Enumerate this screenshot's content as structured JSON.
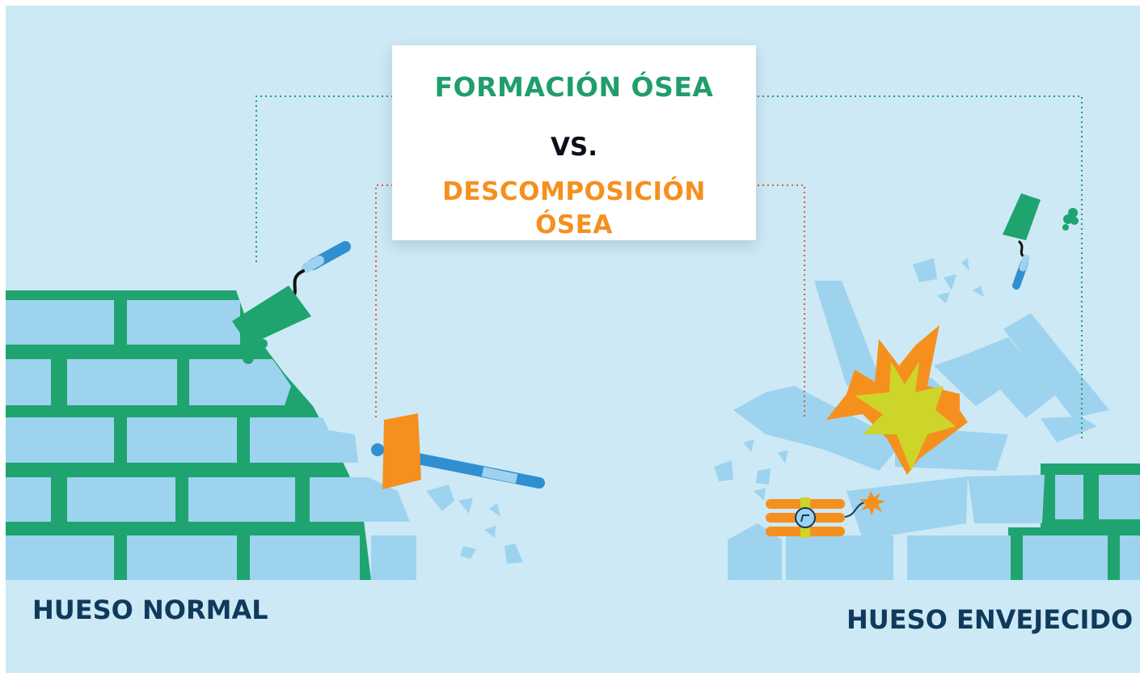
{
  "title": {
    "formation": "FORMACIÓN ÓSEA",
    "vs": "VS.",
    "decomposition": "DESCOMPOSICIÓN ÓSEA"
  },
  "labels": {
    "left": "HUESO NORMAL",
    "right": "HUESO ENVEJECIDO"
  },
  "colors": {
    "background": "#cde9f5",
    "brick": "#9dd3ee",
    "mortar": "#1fa46f",
    "formation_accent": "#1f9e6c",
    "decomposition_accent": "#f5901e",
    "label_text": "#0f3a5c",
    "tool_handle": "#2f8fd0",
    "explosion_outer": "#f5901e",
    "explosion_inner": "#cdd52b"
  },
  "icons": {
    "trowel": "trowel-icon",
    "hammer": "hammer-icon",
    "dynamite": "dynamite-icon",
    "explosion": "explosion-icon",
    "fuse_spark": "spark-icon"
  }
}
